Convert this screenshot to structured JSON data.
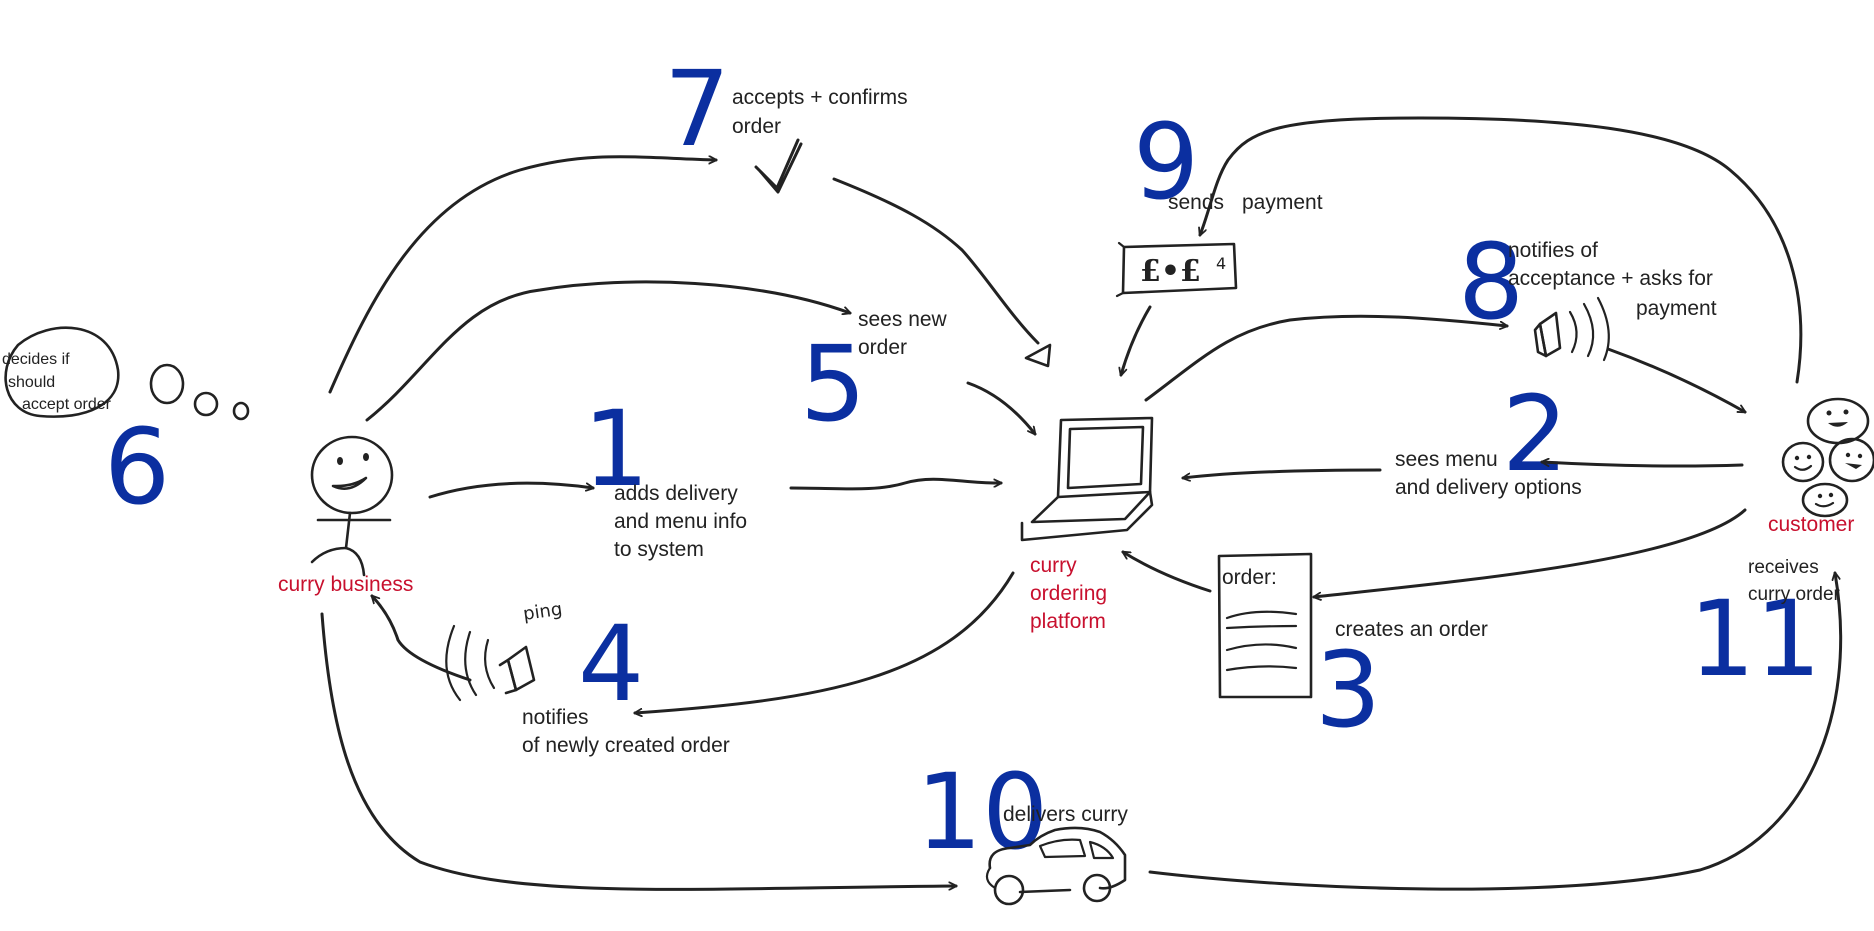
{
  "actors": {
    "business": "curry business",
    "platform": [
      "curry",
      "ordering",
      "platform"
    ],
    "customer": "customer"
  },
  "steps": [
    {
      "num": "1",
      "lines": [
        "adds delivery",
        "and menu info",
        "to system"
      ]
    },
    {
      "num": "2",
      "lines": [
        "sees menu",
        "and delivery options"
      ]
    },
    {
      "num": "3",
      "lines": [
        "creates an order"
      ]
    },
    {
      "num": "4",
      "lines": [
        "notifies",
        "of newly created order"
      ]
    },
    {
      "num": "5",
      "lines": [
        "sees new",
        "order"
      ]
    },
    {
      "num": "6",
      "lines": [
        "decides if",
        "should",
        "accept order"
      ]
    },
    {
      "num": "7",
      "lines": [
        "accepts + confirms",
        "order"
      ]
    },
    {
      "num": "8",
      "lines": [
        "notifies of",
        "acceptance + asks for",
        "payment"
      ]
    },
    {
      "num": "9",
      "lines": [
        "sends",
        "payment"
      ]
    },
    {
      "num": "10",
      "lines": [
        "delivers curry"
      ]
    },
    {
      "num": "11",
      "lines": [
        "receives",
        "curry order"
      ]
    }
  ],
  "order_doc": {
    "title": "order:"
  },
  "payment_note": {
    "text": "£•£"
  },
  "sound_text": "ping",
  "colors": {
    "number": "#0b2fa0",
    "actor": "#c8102e",
    "ink": "#222222"
  }
}
